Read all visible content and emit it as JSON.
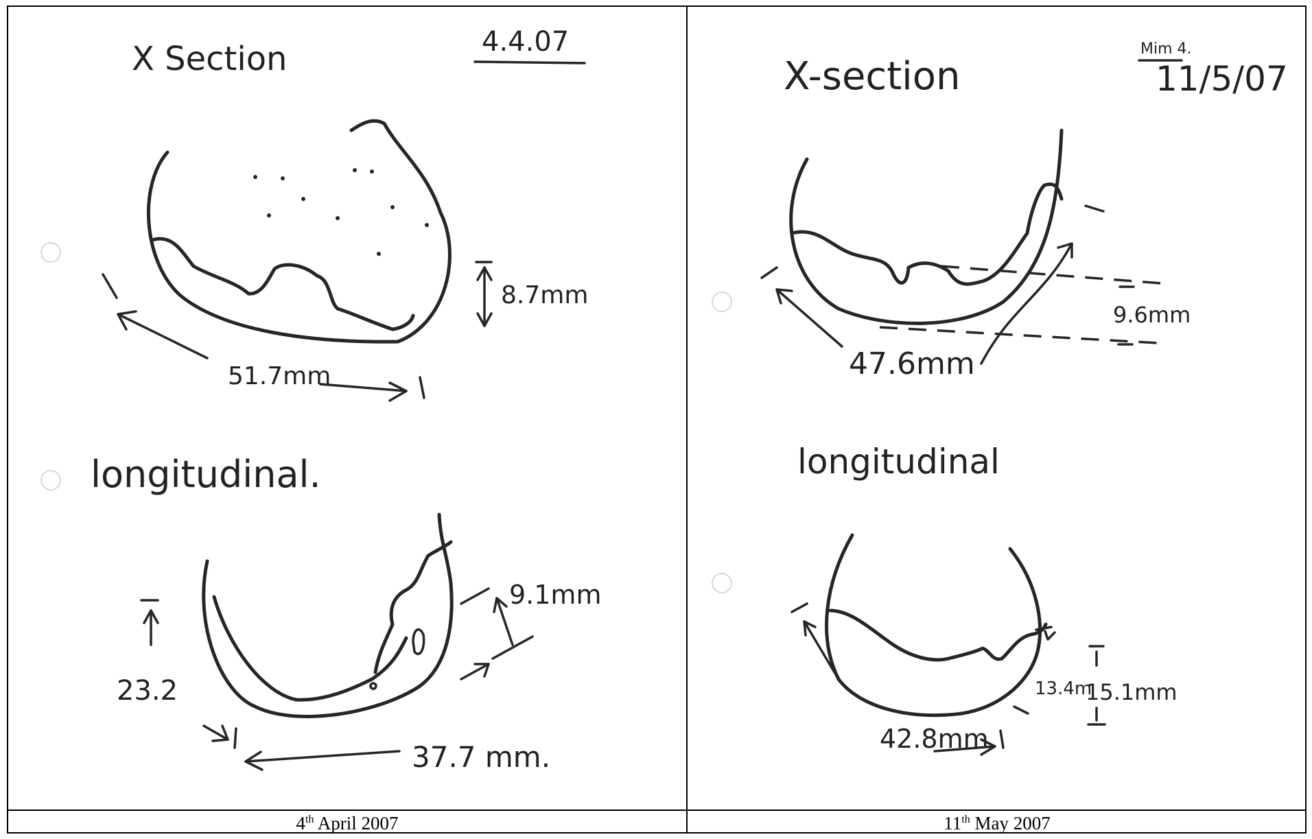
{
  "left_panel": {
    "title": "X Section",
    "date": "4.4.07",
    "xs_length": "51.7mm",
    "xs_depth": "8.7mm",
    "long_title": "longitudinal.",
    "long_depth": "9.1mm",
    "long_height": "23.2",
    "long_length": "37.7 mm.",
    "caption_day": "4",
    "caption_sup": "th",
    "caption_rest": " April 2007"
  },
  "right_panel": {
    "title": "X-section",
    "initials": "Mim 4.",
    "date": "11/5/07",
    "xs_length": "47.6mm",
    "xs_depth": "9.6mm",
    "long_title": "longitudinal",
    "long_depth_a": "13.4m",
    "long_depth_b": "15.1mm",
    "long_length": "42.8mm",
    "caption_day": "11",
    "caption_sup": "th",
    "caption_rest": " May 2007"
  }
}
